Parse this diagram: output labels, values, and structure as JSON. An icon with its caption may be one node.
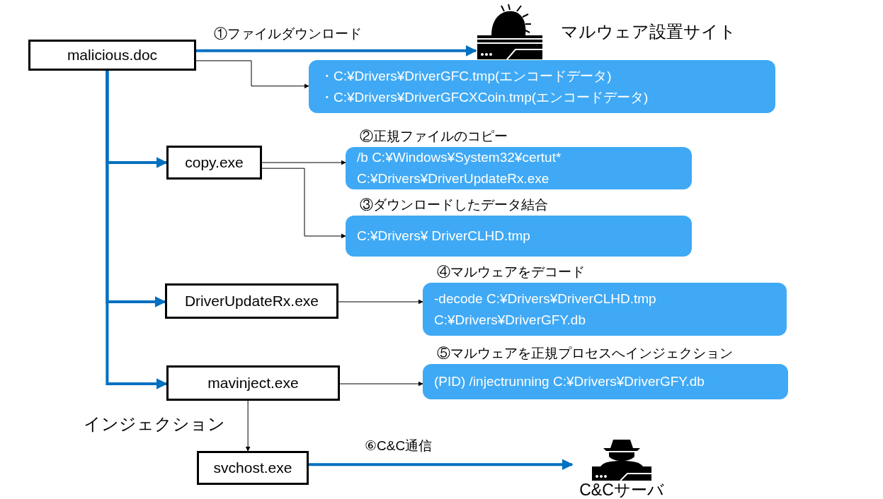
{
  "diagram": {
    "nodes": [
      {
        "text": [
          "malicious.doc"
        ]
      },
      {
        "text": [
          "マルウェア設置サイト"
        ]
      },
      {
        "text": [
          "・C:¥Drivers¥DriverGFC.tmp(エンコードデータ)",
          "・C:¥Drivers¥DriverGFCXCoin.tmp(エンコードデータ)"
        ]
      },
      {
        "text": [
          "copy.exe"
        ]
      },
      {
        "text": [
          "②正規ファイルのコピー",
          "/b C:¥Windows¥System32¥certut* C:¥Drivers¥DriverUpdateRx.exe"
        ]
      },
      {
        "text": [
          "③ダウンロードしたデータ結合",
          "C:¥Drivers¥ DriverCLHD.tmp"
        ]
      },
      {
        "text": [
          "DriverUpdateRx.exe"
        ]
      },
      {
        "text": [
          "④マルウェアをデコード",
          "-decode C:¥Drivers¥DriverCLHD.tmp C:¥Drivers¥DriverGFY.db"
        ]
      },
      {
        "text": [
          "mavinject.exe"
        ]
      },
      {
        "text": [
          "⑤マルウェアを正規プロセスへインジェクション",
          "(PID) /injectrunning C:¥Drivers¥DriverGFY.db"
        ]
      },
      {
        "text": [
          "svchost.exe"
        ]
      },
      {
        "text": [
          "C&Cサーバ"
        ]
      }
    ],
    "edges": [
      {
        "from": 0,
        "to": 1,
        "arrow": "to",
        "label": "①ファイルダウンロード",
        "style": "thick",
        "color": "#0070c0"
      },
      {
        "from": 0,
        "to": 2,
        "arrow": "to"
      },
      {
        "from": 0,
        "to": 3,
        "arrow": "to",
        "style": "thick",
        "color": "#0070c0"
      },
      {
        "from": 3,
        "to": 4,
        "arrow": "to"
      },
      {
        "from": 3,
        "to": 5,
        "arrow": "to"
      },
      {
        "from": 0,
        "to": 6,
        "arrow": "to",
        "style": "thick",
        "color": "#0070c0"
      },
      {
        "from": 6,
        "to": 7,
        "arrow": "to"
      },
      {
        "from": 0,
        "to": 8,
        "arrow": "to",
        "style": "thick",
        "color": "#0070c0"
      },
      {
        "from": 8,
        "to": 9,
        "arrow": "to"
      },
      {
        "from": 8,
        "to": 10,
        "arrow": "to",
        "label": "インジェクション"
      },
      {
        "from": 10,
        "to": 11,
        "arrow": "to",
        "label": "⑥C&C通信",
        "style": "thick",
        "color": "#0070c0"
      }
    ]
  }
}
